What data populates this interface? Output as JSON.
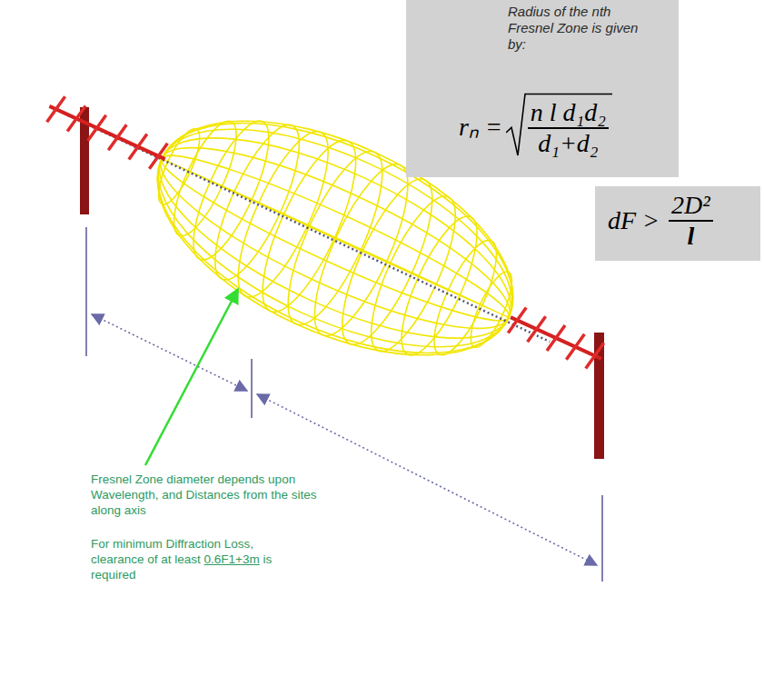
{
  "diagram": {
    "nodes": [
      {
        "text": [
          "Radius of the nth Fresnel Zone is given by:",
          "rₙ =",
          "n l d₁d₂",
          "d₁+d₂"
        ]
      },
      {
        "text": [
          "dF >",
          "2D²",
          "l"
        ]
      }
    ],
    "labels": [
      "Fresnel Zone diameter depends upon Wavelength, and Distances from the sites along axis",
      "For minimum Diffraction Loss, clearance of at least",
      "0.6F1+3m",
      "is required"
    ]
  }
}
